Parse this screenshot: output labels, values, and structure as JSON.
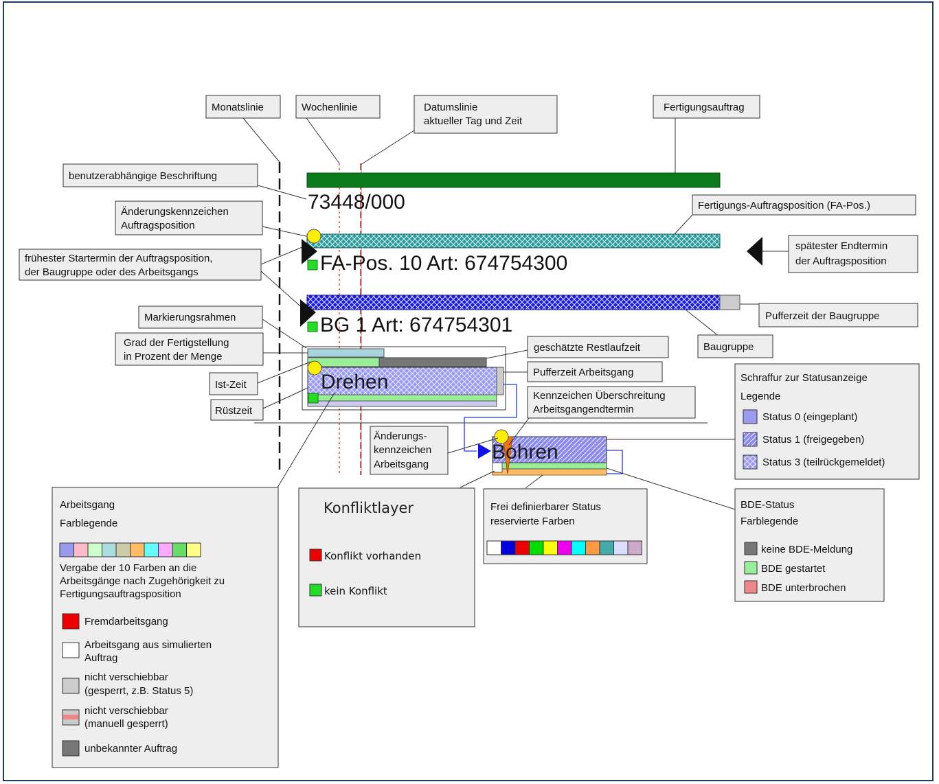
{
  "colors": {
    "frame": "#1f3b6b",
    "auftrag_bar": "#0a7a1a",
    "fa_pos_bar": "#2a9a9a",
    "baugruppe_bar": "#1a1ae0",
    "status_purple": "#9a9aee",
    "bde_gray": "#777777",
    "bde_green": "#99ee99",
    "bde_red": "#ee8888",
    "marker_yellow": "#ffee00",
    "warn_orange": "#ee7711"
  },
  "callouts": {
    "monatslinie": "Monatslinie",
    "wochenlinie": "Wochenlinie",
    "datumslinie_1": "Datumslinie",
    "datumslinie_2": "aktueller Tag und Zeit",
    "fertigungsauftrag": "Fertigungsauftrag",
    "beschriftung": "benutzerabhängige Beschriftung",
    "aenderung_ap_1": "Änderungskennzeichen",
    "aenderung_ap_2": "Auftragsposition",
    "fa_pos": "Fertigungs-Auftragsposition (FA-Pos.)",
    "fruehester_1": "frühester Startermin der Auftragsposition,",
    "fruehester_2": "der Baugruppe oder des Arbeitsgangs",
    "spaetester_1": "spätester Endtermin",
    "spaetester_2": "der Auftragsposition",
    "pufferzeit_bg": "Pufferzeit der Baugruppe",
    "baugruppe": "Baugruppe",
    "markierungsrahmen": "Markierungsrahmen",
    "grad_1": "Grad der Fertigstellung",
    "grad_2": "in Prozent der Menge",
    "restlaufzeit": "geschätzte Restlaufzeit",
    "pufferzeit_ag": "Pufferzeit Arbeitsgang",
    "ist_zeit": "Ist-Zeit",
    "ruestzeit": "Rüstzeit",
    "ueberschreitung_1": "Kennzeichen Überschreitung",
    "ueberschreitung_2": "Arbeitsgangendtermin",
    "aenderung_ag_1": "Änderungs-",
    "aenderung_ag_2": "kennzeichen",
    "aenderung_ag_3": "Arbeitsgang"
  },
  "gantt": {
    "auftrag_label": "73448/000",
    "fa_pos_label": "FA-Pos. 10 Art: 674754300",
    "bg_label": "BG 1 Art: 674754301",
    "ag1_label": "Drehen",
    "ag2_label": "Bohren"
  },
  "status_legend": {
    "title_1": "Schraffur zur Statusanzeige",
    "title_2": "Legende",
    "items": [
      "Status 0 (eingeplant)",
      "Status 1 (freigegeben)",
      "Status 3 (teilrückgemeldet)"
    ]
  },
  "arbeitsgang_legend": {
    "title_1": "Arbeitsgang",
    "title_2": "Farblegende",
    "palette": [
      "#9999ee",
      "#ffbbcc",
      "#ccffcc",
      "#aadddd",
      "#ccccaa",
      "#ffbb66",
      "#66ffff",
      "#ffaaff",
      "#66dd66",
      "#ffff88"
    ],
    "desc_1": "Vergabe der 10 Farben an die",
    "desc_2": "Arbeitsgänge nach Zugehörigkeit zu",
    "desc_3": "Fertigungsauftragsposition",
    "fremd": "Fremdarbeitsgang",
    "sim_1": "Arbeitsgang aus simulierten",
    "sim_2": "Auftrag",
    "gesperrt_1": "nicht verschiebbar",
    "gesperrt_2": "(gesperrt, z.B. Status 5)",
    "manuell_1": "nicht verschiebbar",
    "manuell_2": "(manuell gesperrt)",
    "unbekannt": "unbekannter Auftrag"
  },
  "konflikt_legend": {
    "title": "Konfliktlayer",
    "vorhanden": "Konflikt vorhanden",
    "kein": "kein Konflikt"
  },
  "frei_legend": {
    "title_1": "Frei definierbarer Status",
    "title_2": "reservierte Farben",
    "palette": [
      "#ffffff",
      "#0000dd",
      "#ee0000",
      "#00dd00",
      "#ffff00",
      "#ee00ee",
      "#00ffff",
      "#ff9944",
      "#44aaaa",
      "#ddddff",
      "#ccaacc"
    ]
  },
  "bde_legend": {
    "title_1": "BDE-Status",
    "title_2": "Farblegende",
    "keine": "keine BDE-Meldung",
    "gestartet": "BDE gestartet",
    "unterbrochen": "BDE unterbrochen"
  }
}
